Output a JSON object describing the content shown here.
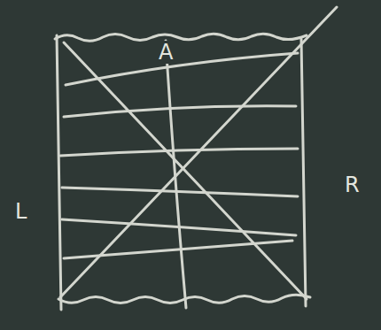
{
  "diagram": {
    "labels": [
      "A",
      "L",
      "R"
    ]
  }
}
